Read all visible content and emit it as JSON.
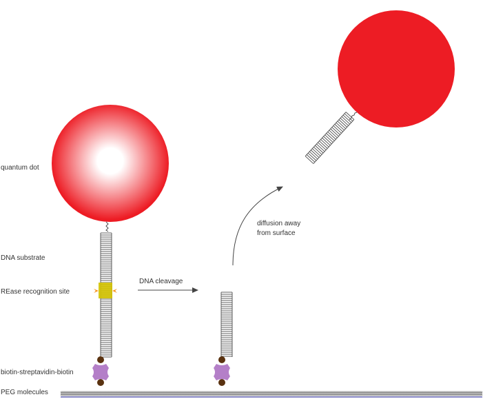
{
  "labels": {
    "quantum_dot": "quantum dot",
    "dna_substrate": "DNA substrate",
    "rease_site": "REase recognition site",
    "biotin": "biotin-streptavidin-biotin",
    "peg": "PEG molecules",
    "cleavage": "DNA cleavage",
    "diffusion_line1": "diffusion away",
    "diffusion_line2": "from surface"
  },
  "colors": {
    "quantum_dot": "#ed1c24",
    "quantum_dot_center": "#ffffff",
    "dna": "#4d4d4d",
    "recognition_site": "#d4c300",
    "cut_marks": "#f7941d",
    "streptavidin": "#b47fc8",
    "biotin": "#5a3210",
    "peg": "#777777",
    "surface": "#8a8ac8",
    "arrow": "#444444"
  }
}
